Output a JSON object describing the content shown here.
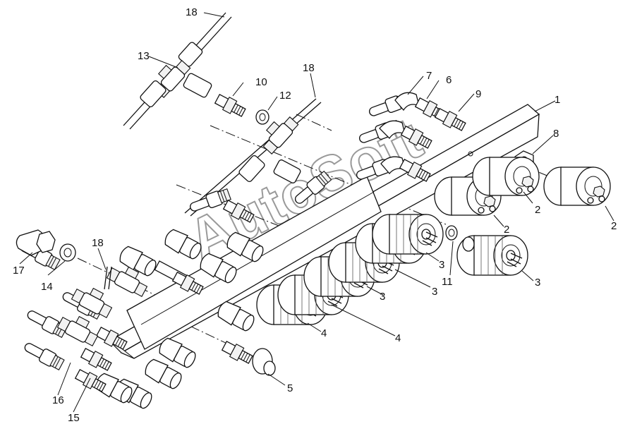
{
  "diagram": {
    "watermark": "AutoSoft",
    "callouts": [
      {
        "id": "c1",
        "text": "1"
      },
      {
        "id": "c2a",
        "text": "2"
      },
      {
        "id": "c2b",
        "text": "2"
      },
      {
        "id": "c2c",
        "text": "2"
      },
      {
        "id": "c3a",
        "text": "3"
      },
      {
        "id": "c3b",
        "text": "3"
      },
      {
        "id": "c3c",
        "text": "3"
      },
      {
        "id": "c3d",
        "text": "3"
      },
      {
        "id": "c4a",
        "text": "4"
      },
      {
        "id": "c4b",
        "text": "4"
      },
      {
        "id": "c5",
        "text": "5"
      },
      {
        "id": "c6",
        "text": "6"
      },
      {
        "id": "c7",
        "text": "7"
      },
      {
        "id": "c8",
        "text": "8"
      },
      {
        "id": "c9",
        "text": "9"
      },
      {
        "id": "c10",
        "text": "10"
      },
      {
        "id": "c11",
        "text": "11"
      },
      {
        "id": "c12",
        "text": "12"
      },
      {
        "id": "c13",
        "text": "13"
      },
      {
        "id": "c14",
        "text": "14"
      },
      {
        "id": "c15",
        "text": "15"
      },
      {
        "id": "c16",
        "text": "16"
      },
      {
        "id": "c17",
        "text": "17"
      },
      {
        "id": "c18a",
        "text": "18"
      },
      {
        "id": "c18b",
        "text": "18"
      },
      {
        "id": "c18c",
        "text": "18"
      }
    ]
  }
}
